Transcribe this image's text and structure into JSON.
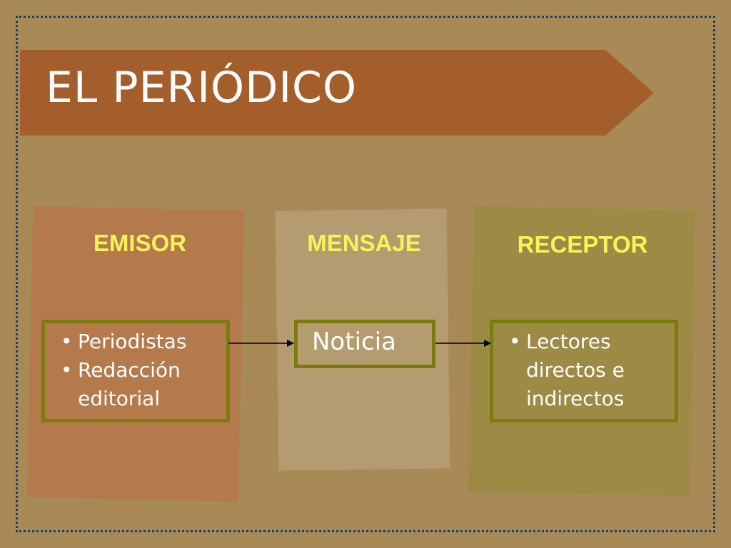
{
  "slide": {
    "title": "EL PERIÓDICO",
    "colors": {
      "background": "#A88A57",
      "banner": "#A35E2C",
      "heading": "#F7F257",
      "box_border": "#7C7C0E",
      "frame_dots": "#1F3F73"
    }
  },
  "columns": {
    "emisor": {
      "heading": "EMISOR",
      "items": [
        "Periodistas",
        "Redacción editorial"
      ]
    },
    "mensaje": {
      "heading": "MENSAJE",
      "text": "Noticia"
    },
    "receptor": {
      "heading": "RECEPTOR",
      "items": [
        "Lectores directos e indirectos"
      ]
    }
  }
}
